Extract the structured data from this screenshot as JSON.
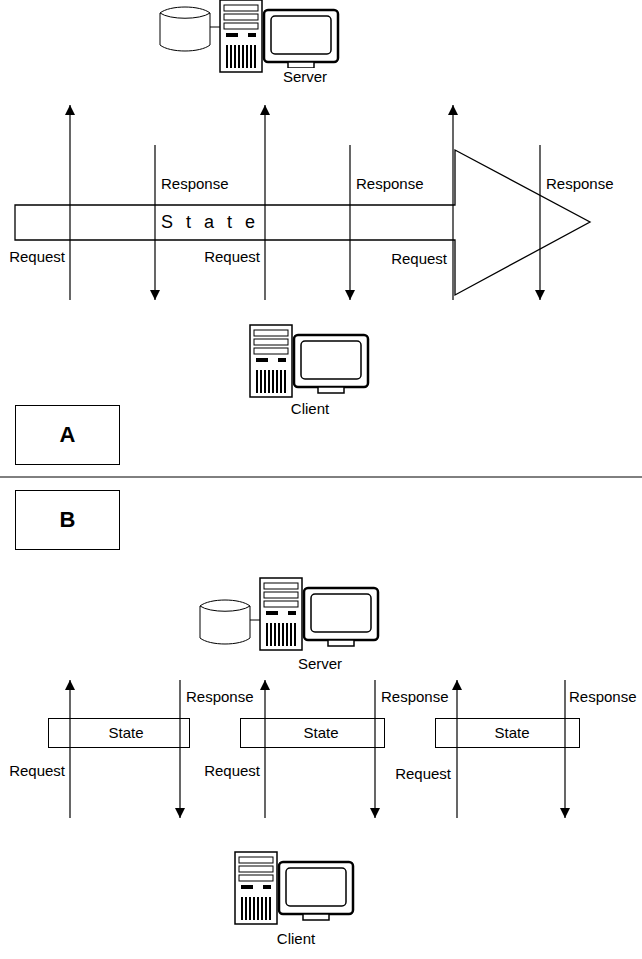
{
  "diagram": {
    "nodes": [
      {
        "text": [
          "S t a t e"
        ]
      },
      {
        "text": [
          "A"
        ]
      },
      {
        "text": [
          "B"
        ]
      },
      {
        "text": [
          "State"
        ]
      },
      {
        "text": [
          "State"
        ]
      },
      {
        "text": [
          "State"
        ]
      }
    ],
    "labels": [
      "Server",
      "Response",
      "Response",
      "Response",
      "Request",
      "Request",
      "Request",
      "Client",
      "Server",
      "Response",
      "Response",
      "Response",
      "Request",
      "Request",
      "Request",
      "Client"
    ]
  }
}
